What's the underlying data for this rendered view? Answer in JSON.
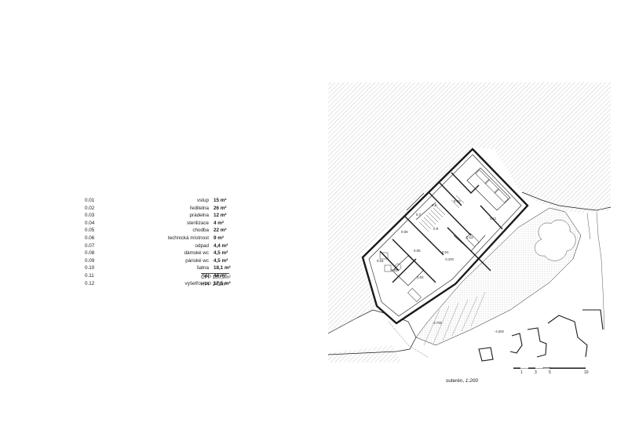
{
  "rooms": [
    {
      "code": "0.01",
      "name": "vstup",
      "area": "15 m²"
    },
    {
      "code": "0.02",
      "name": "ředitelna",
      "area": "26 m²"
    },
    {
      "code": "0.03",
      "name": "prádelna",
      "area": "12 m²"
    },
    {
      "code": "0.04",
      "name": "sterilizace",
      "area": "4 m²"
    },
    {
      "code": "0.05",
      "name": "chodba",
      "area": "22 m²"
    },
    {
      "code": "0.06",
      "name": "technická místnost",
      "area": "9 m²"
    },
    {
      "code": "0.07",
      "name": "odpad",
      "area": "4,4 m²"
    },
    {
      "code": "0.08",
      "name": "dámské wc",
      "area": "4,5 m²"
    },
    {
      "code": "0.09",
      "name": "pánské wc",
      "area": "4,5 m²"
    },
    {
      "code": "0.10",
      "name": "šatna",
      "area": "18,1 m²"
    },
    {
      "code": "0.11",
      "name": "sál",
      "area": "44 m²"
    },
    {
      "code": "0.12",
      "name": "vyšetřovna",
      "area": "17,5 m²"
    }
  ],
  "totals": {
    "cpp": "ČPP 180,9m²",
    "hpp": "HPP 243m²"
  },
  "caption": {
    "floor": "suterén,",
    "scale": "1:200"
  },
  "scale_bar": [
    "1",
    "3",
    "5",
    "10"
  ],
  "plan_labels": {
    "r01": "0.01",
    "r02": "0.02",
    "r03": "0.03",
    "r04": "0.04",
    "r05": "0.05",
    "r06": "0.06",
    "r07": "0.7",
    "r08": "0.8",
    "r09": "0.9",
    "r10": "0.10",
    "r11": "0.11",
    "r12": "0.12"
  },
  "levels": {
    "l1": "-3.200",
    "l2": "-3.700",
    "l3": "-4.600"
  },
  "colors": {
    "line": "#1a1a1a",
    "hatch": "#9a9a9a",
    "ground": "#c8c8c8"
  }
}
